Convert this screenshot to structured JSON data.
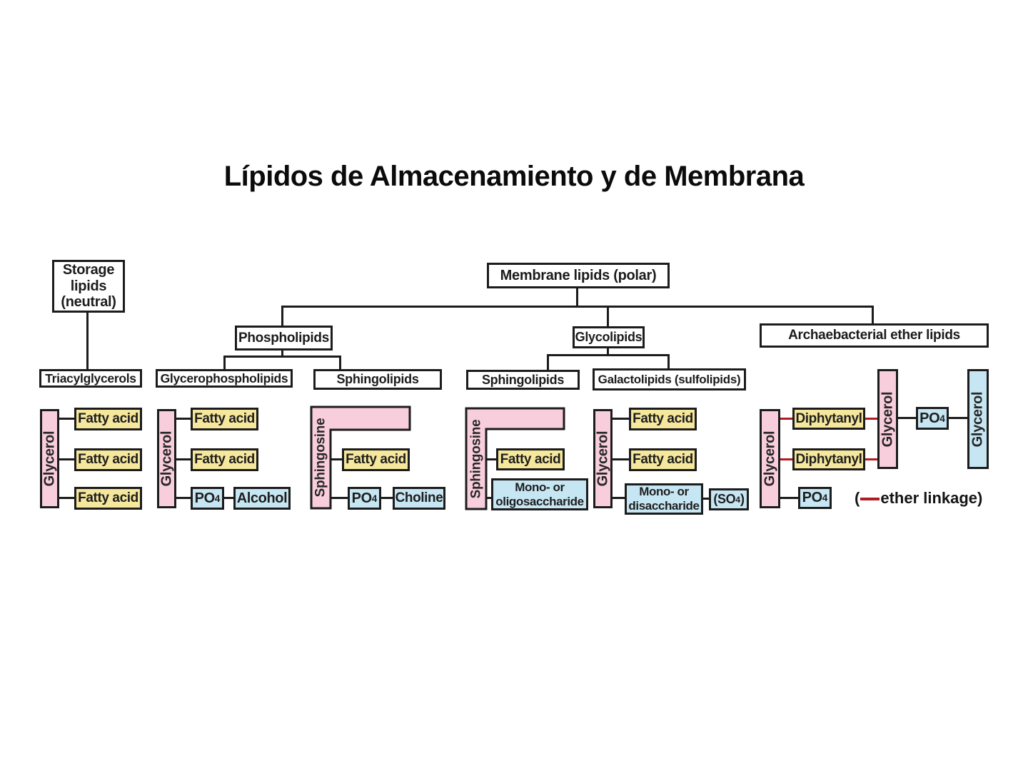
{
  "title": "Lípidos de Almacenamiento y de Membrana",
  "colors": {
    "pink": "#f8cddc",
    "yellow": "#f5e79c",
    "blue": "#c6e6f3",
    "red": "#b01c21",
    "ink": "#1c1c1c"
  },
  "nodes": {
    "storage_l1": "Storage",
    "storage_l2": "lipids",
    "storage_l3": "(neutral)",
    "membrane": "Membrane lipids (polar)",
    "phospholipids": "Phospholipids",
    "glycolipids": "Glycolipids",
    "archaebacterial": "Archaebacterial ether lipids",
    "triacylglycerols": "Triacylglycerols",
    "glycerophospholipids": "Glycerophospholipids",
    "sphingolipids": "Sphingolipids",
    "galactolipids": "Galactolipids (sulfolipids)"
  },
  "units": {
    "glycerol": "Glycerol",
    "sphingosine": "Sphingosine",
    "fatty_acid": "Fatty acid",
    "diphytanyl": "Diphytanyl",
    "po4_base": "PO",
    "sub4": "4",
    "alcohol": "Alcohol",
    "choline": "Choline",
    "mono_or": "Mono- or",
    "oligosaccharide": "oligosaccharide",
    "disaccharide": "disaccharide",
    "so4_open": "(SO",
    "so4_close": ")",
    "legend_open": "(",
    "legend_label": "ether linkage)"
  }
}
